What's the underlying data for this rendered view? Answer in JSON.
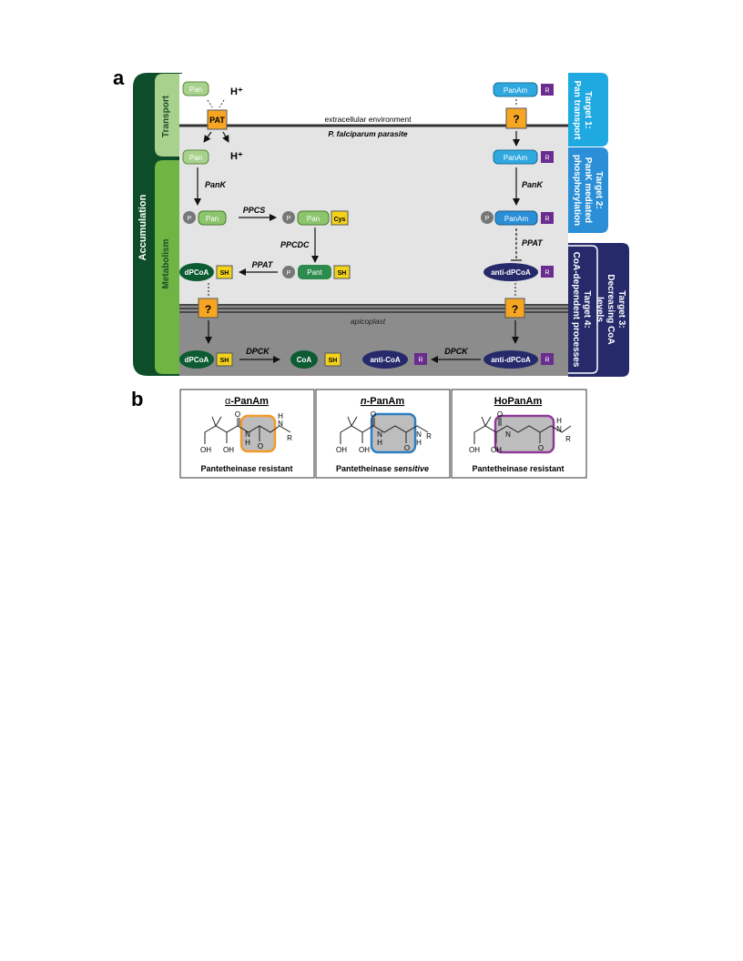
{
  "panel_a": {
    "letter": "a",
    "side_labels": {
      "accumulation": "Accumulation",
      "transport": "Transport",
      "metabolism": "Metabolism"
    },
    "environment": {
      "extracellular": "extracellular environment",
      "parasite": "P. falciparum parasite",
      "apicoplast": "apicoplast"
    },
    "molecules": {
      "pan": "Pan",
      "panam": "PanAm",
      "r": "R",
      "p": "P",
      "cys": "Cys",
      "pant": "Pant",
      "sh": "SH",
      "dpcoa": "dPCoA",
      "anti_dpcoa": "anti-dPCoA",
      "coa": "CoA",
      "anti_coa": "anti-CoA",
      "h_plus": "H⁺",
      "unknown": "?"
    },
    "transporter": "PAT",
    "enzymes": {
      "pank": "PanK",
      "ppcs": "PPCS",
      "ppcdc": "PPCDC",
      "ppat": "PPAT",
      "dpck": "DPCK"
    },
    "targets": [
      {
        "title": "Target 1:",
        "desc": "Pan transport"
      },
      {
        "title": "Target 2:",
        "desc1": "PanK mediated",
        "desc2": "phosphorylation"
      },
      {
        "title": "Target 3:",
        "desc1": "Decreasing CoA",
        "desc2": "levels"
      },
      {
        "title": "Target 4:",
        "desc": "CoA-dependent processes"
      }
    ]
  },
  "panel_b": {
    "letter": "b",
    "compounds": [
      {
        "prefix": "α",
        "suffix": "-PanAm",
        "caption_main": "Pantetheinase resistant",
        "caption_em": "",
        "highlight": "#f39a2b"
      },
      {
        "prefix": "n",
        "suffix": "-PanAm",
        "caption_main": "Pantetheinase ",
        "caption_em": "sensitive",
        "highlight": "#2f7fc1"
      },
      {
        "prefix": "HoPanAm",
        "suffix": "",
        "caption_main": "Pantetheinase resistant",
        "caption_em": "",
        "highlight": "#8e3a98"
      }
    ],
    "atoms": {
      "oh": "OH",
      "o": "O",
      "n": "N",
      "h": "H",
      "r": "R"
    }
  },
  "colors": {
    "accumulation": "#0e4d2a",
    "transport": "#a8d18d",
    "metabolism": "#6fb544",
    "light_green": "#8cc56b",
    "dark_green": "#0d5b33",
    "mid_green": "#2e8b4e",
    "cyan": "#1fa9e1",
    "blue": "#2a8fd6",
    "navy": "#262a6b",
    "purple": "#6a2c8f",
    "orange": "#f6a623",
    "yellow": "#f2d21b",
    "grey": "#bfbfbf",
    "dark_grey": "#7a7a7a"
  }
}
